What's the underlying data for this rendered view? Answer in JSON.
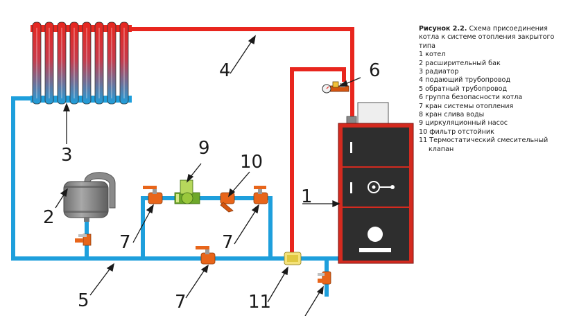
{
  "caption": {
    "figure_label": "Рисунок 2.2.",
    "figure_title": "Схема присоединения котла к системе отопления закрытого типа"
  },
  "legend": [
    {
      "num": "1",
      "text": "котел"
    },
    {
      "num": "2",
      "text": "расширительный бак"
    },
    {
      "num": "3",
      "text": "радиатор"
    },
    {
      "num": "4",
      "text": "подающий трубопровод"
    },
    {
      "num": "5",
      "text": "обратный трубопровод"
    },
    {
      "num": "6",
      "text": "группа безопасности котла"
    },
    {
      "num": "7",
      "text": "кран системы отопления"
    },
    {
      "num": "8",
      "text": "кран слива воды"
    },
    {
      "num": "9",
      "text": "циркуляционный насос"
    },
    {
      "num": "10",
      "text": "фильтр отстойник"
    },
    {
      "num": "11",
      "text": "Термостатический смесительный клапан"
    }
  ],
  "callouts": {
    "boiler": "1",
    "tank": "2",
    "radiator": "3",
    "supply": "4",
    "return": "5",
    "safety_group": "6",
    "valve_left": "7",
    "valve_right": "7",
    "valve_bottom": "7",
    "pump": "9",
    "filter": "10",
    "mixing_valve": "11"
  },
  "colors": {
    "supply_pipe": "#e8261e",
    "return_pipe": "#1e9fdc",
    "boiler_body": "#2e2e2e",
    "boiler_trim": "#d42a1f",
    "valve_handle": "#e8651a",
    "pump_body": "#9ac83c",
    "tank_body": "#8a8a8a"
  }
}
